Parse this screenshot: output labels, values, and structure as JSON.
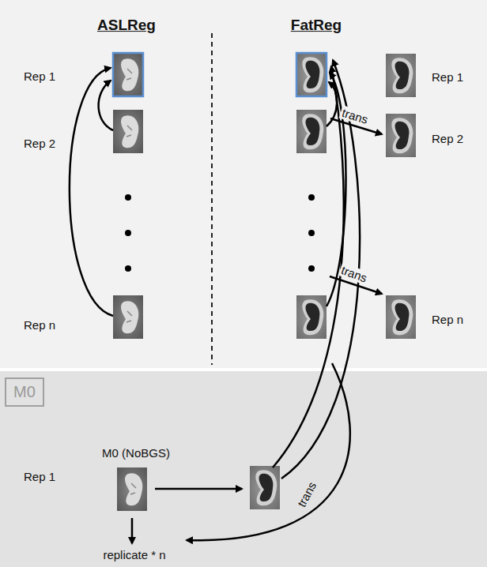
{
  "diagram": {
    "nodes": [
      {
        "text": [
          "M0"
        ]
      }
    ],
    "labels": [
      "ASLReg",
      "FatReg",
      "Rep 1",
      "Rep 1",
      "trans",
      "Rep 2",
      "Rep 2",
      "trans",
      "Rep n",
      "Rep n",
      "M0 (NoBGS)",
      "Rep 1",
      "trans",
      "replicate * n"
    ]
  }
}
